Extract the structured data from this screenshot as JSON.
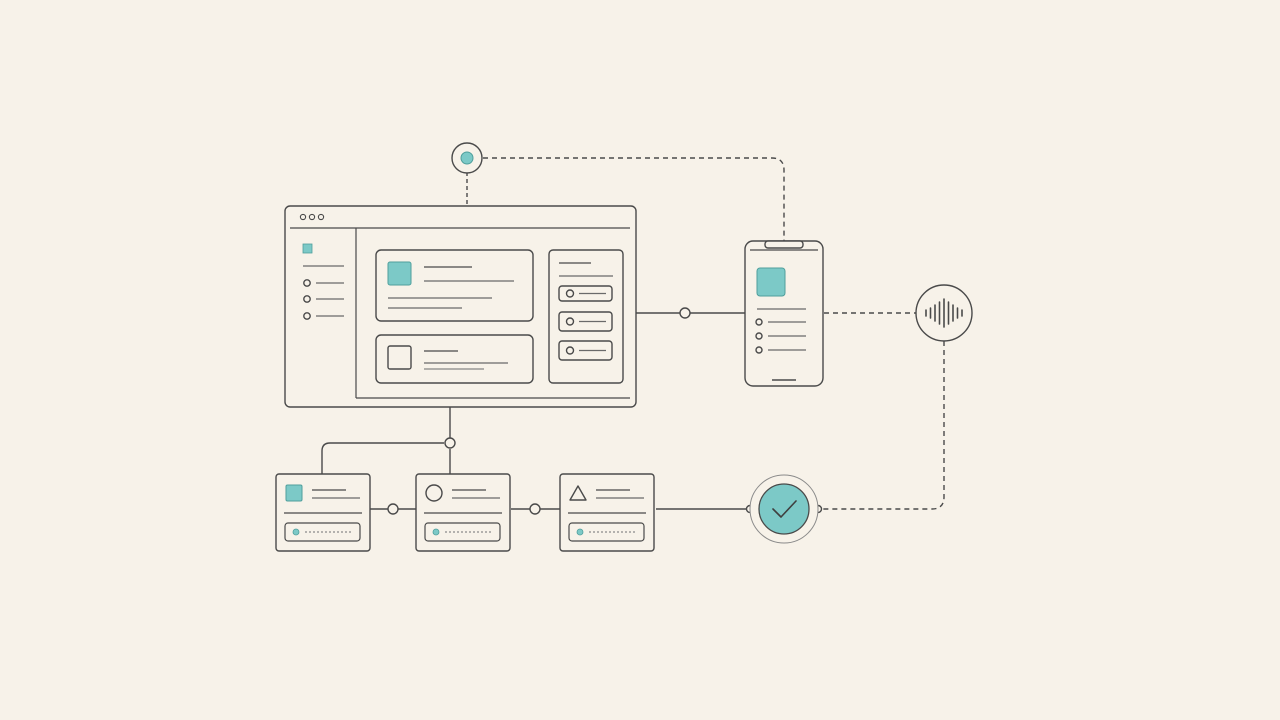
{
  "colors": {
    "background": "#f7f2e9",
    "line": "#4a4a4a",
    "line_light": "#8a8a8a",
    "accent": "#7cc9c7",
    "accent_stroke": "#4f9f9c"
  },
  "icons": {
    "top_node": "target-icon",
    "voice_node": "waveform-icon",
    "done_node": "checkmark-icon",
    "card_a": "square-icon",
    "card_b": "circle-icon",
    "card_c": "triangle-icon"
  },
  "cards": [
    {
      "id": "card-a",
      "icon": "square",
      "accent": true
    },
    {
      "id": "card-b",
      "icon": "circle",
      "accent": false
    },
    {
      "id": "card-c",
      "icon": "triangle",
      "accent": false
    }
  ],
  "browser": {
    "window_dots": 3,
    "sidebar_items": 3,
    "panel_rows": 3
  },
  "phone": {
    "list_items": 3
  },
  "voice": {
    "wave_bars": [
      6,
      10,
      16,
      22,
      28,
      22,
      16,
      10,
      6
    ]
  }
}
